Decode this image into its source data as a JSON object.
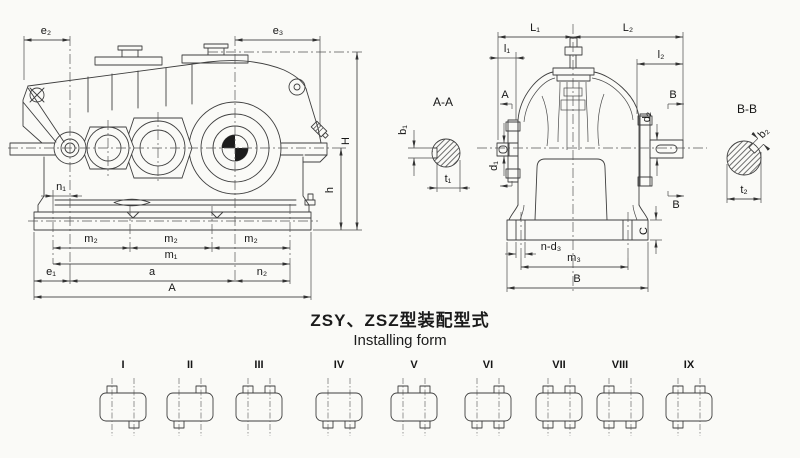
{
  "title_caption": {
    "line1": "ZSY、ZSZ型装配型式",
    "line2": "Installing form"
  },
  "side_view": {
    "dim_e2": "e₂",
    "dim_e3": "e₃",
    "dim_H": "H",
    "dim_h": "h",
    "dim_n1": "n₁",
    "dim_m2_1": "m₂",
    "dim_m2_2": "m₂",
    "dim_m2_3": "m₂",
    "dim_m1": "m₁",
    "dim_e1": "e₁",
    "dim_a": "a",
    "dim_n2": "n₂",
    "dim_A": "A"
  },
  "section_aa": {
    "title": "A-A",
    "dim_b1": "b₁",
    "dim_t1": "t₁"
  },
  "front_view": {
    "dim_L1": "L₁",
    "dim_L2": "L₂",
    "dim_l1": "l₁",
    "dim_l2": "l₂",
    "cut_a_top": "A",
    "cut_b_top": "B",
    "cut_b_bottom": "B",
    "dim_d1": "d₁",
    "dim_d2": "d₂",
    "dim_C": "C",
    "dim_n_d3": "n-d₃",
    "dim_m3": "m₃",
    "dim_B": "B"
  },
  "section_bb": {
    "title": "B-B",
    "dim_b2": "b₂",
    "dim_t2": "t₂"
  },
  "installing_forms": [
    {
      "numeral": "I",
      "stubs": {
        "top_left": true,
        "top_right": false,
        "bottom_left": false,
        "bottom_right": true
      }
    },
    {
      "numeral": "II",
      "stubs": {
        "top_left": false,
        "top_right": true,
        "bottom_left": true,
        "bottom_right": false
      }
    },
    {
      "numeral": "III",
      "stubs": {
        "top_left": true,
        "top_right": true,
        "bottom_left": false,
        "bottom_right": false
      }
    },
    {
      "numeral": "IV",
      "stubs": {
        "top_left": false,
        "top_right": false,
        "bottom_left": true,
        "bottom_right": true
      }
    },
    {
      "numeral": "V",
      "stubs": {
        "top_left": true,
        "top_right": true,
        "bottom_left": false,
        "bottom_right": true
      }
    },
    {
      "numeral": "VI",
      "stubs": {
        "top_left": false,
        "top_right": true,
        "bottom_left": true,
        "bottom_right": true
      }
    },
    {
      "numeral": "VII",
      "stubs": {
        "top_left": true,
        "top_right": true,
        "bottom_left": true,
        "bottom_right": true
      }
    },
    {
      "numeral": "VIII",
      "stubs": {
        "top_left": true,
        "top_right": false,
        "bottom_left": true,
        "bottom_right": true
      }
    },
    {
      "numeral": "IX",
      "stubs": {
        "top_left": true,
        "top_right": true,
        "bottom_left": true,
        "bottom_right": false
      }
    }
  ],
  "colors": {
    "line": "#3f3f3f",
    "text": "#161616",
    "background": "#fafaf7",
    "centroid_fill": "#1c1c1c"
  }
}
